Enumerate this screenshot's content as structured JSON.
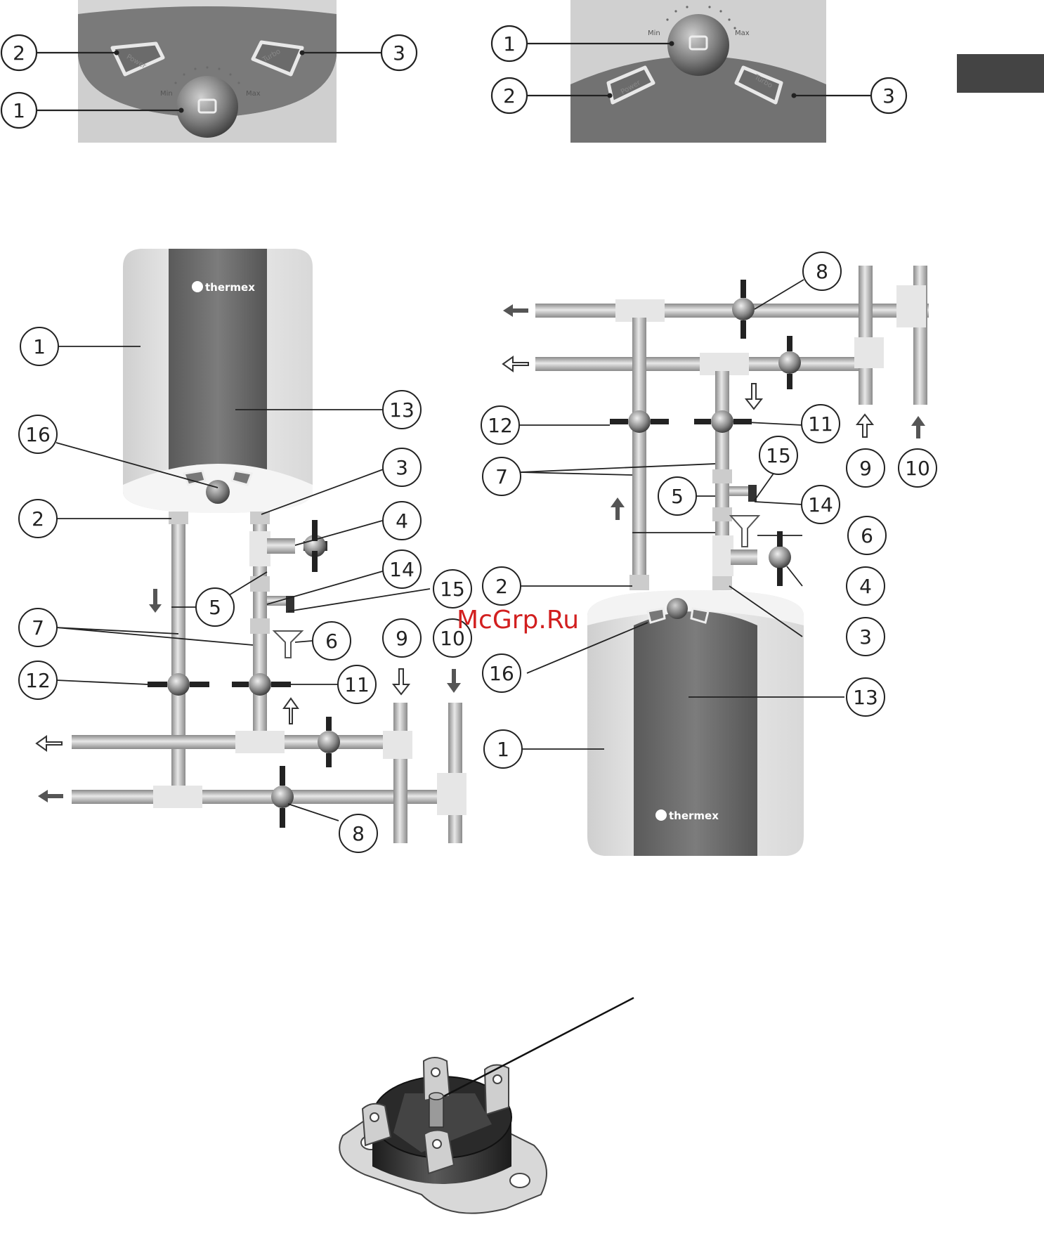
{
  "panels": {
    "left": {
      "min": "Min",
      "max": "Max",
      "power": "Power",
      "turbo": "Turbo",
      "callouts": [
        "1",
        "2",
        "3"
      ]
    },
    "right": {
      "min": "Min",
      "max": "Max",
      "power": "Power",
      "turbo": "Turbo",
      "callouts": [
        "1",
        "2",
        "3"
      ]
    }
  },
  "heater_over_sink": {
    "brand": "thermex",
    "callouts": [
      "1",
      "13",
      "16",
      "3",
      "2",
      "4",
      "14",
      "15",
      "5",
      "7",
      "6",
      "9",
      "10",
      "12",
      "11",
      "8"
    ]
  },
  "heater_under_sink": {
    "brand": "thermex",
    "callouts": [
      "8",
      "12",
      "11",
      "15",
      "9",
      "10",
      "7",
      "5",
      "14",
      "6",
      "2",
      "4",
      "16",
      "13",
      "3",
      "1"
    ]
  },
  "watermark": "McGrp.Ru",
  "colors": {
    "dark": "#4a4a4a",
    "mid": "#6e6e6e",
    "light": "#dedede",
    "pipe": "#a8a8a8",
    "bar": "#444444"
  }
}
